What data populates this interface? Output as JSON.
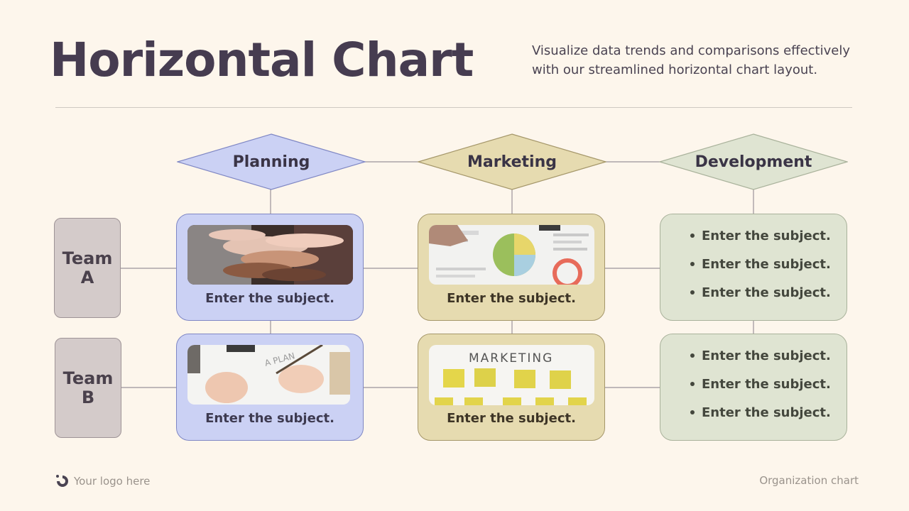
{
  "header": {
    "title": "Horizontal Chart",
    "subtitle": "Visualize data trends and comparisons effectively with our streamlined horizontal chart layout."
  },
  "columns": [
    {
      "label": "Planning",
      "color": "#cbd1f4"
    },
    {
      "label": "Marketing",
      "color": "#e6dbb0"
    },
    {
      "label": "Development",
      "color": "#dfe4d2"
    }
  ],
  "teams": [
    {
      "line1": "Team",
      "line2": "A"
    },
    {
      "line1": "Team",
      "line2": "B"
    }
  ],
  "cards": {
    "planning_a": {
      "image": "hands-stacked-photo",
      "caption": "Enter the subject."
    },
    "marketing_a": {
      "image": "pie-chart-documents-photo",
      "caption": "Enter the subject."
    },
    "development_a": {
      "items": [
        "Enter the subject.",
        "Enter the subject.",
        "Enter the subject."
      ]
    },
    "planning_b": {
      "image": "hand-writing-plan-photo",
      "caption": "Enter the subject."
    },
    "marketing_b": {
      "image": "marketing-sticky-notes-photo",
      "caption": "Enter the subject.",
      "photo_text": "MARKETING"
    },
    "development_b": {
      "items": [
        "Enter the subject.",
        "Enter the subject.",
        "Enter the subject."
      ]
    }
  },
  "footer": {
    "logo_text": "Your logo here",
    "right_text": "Organization chart"
  }
}
